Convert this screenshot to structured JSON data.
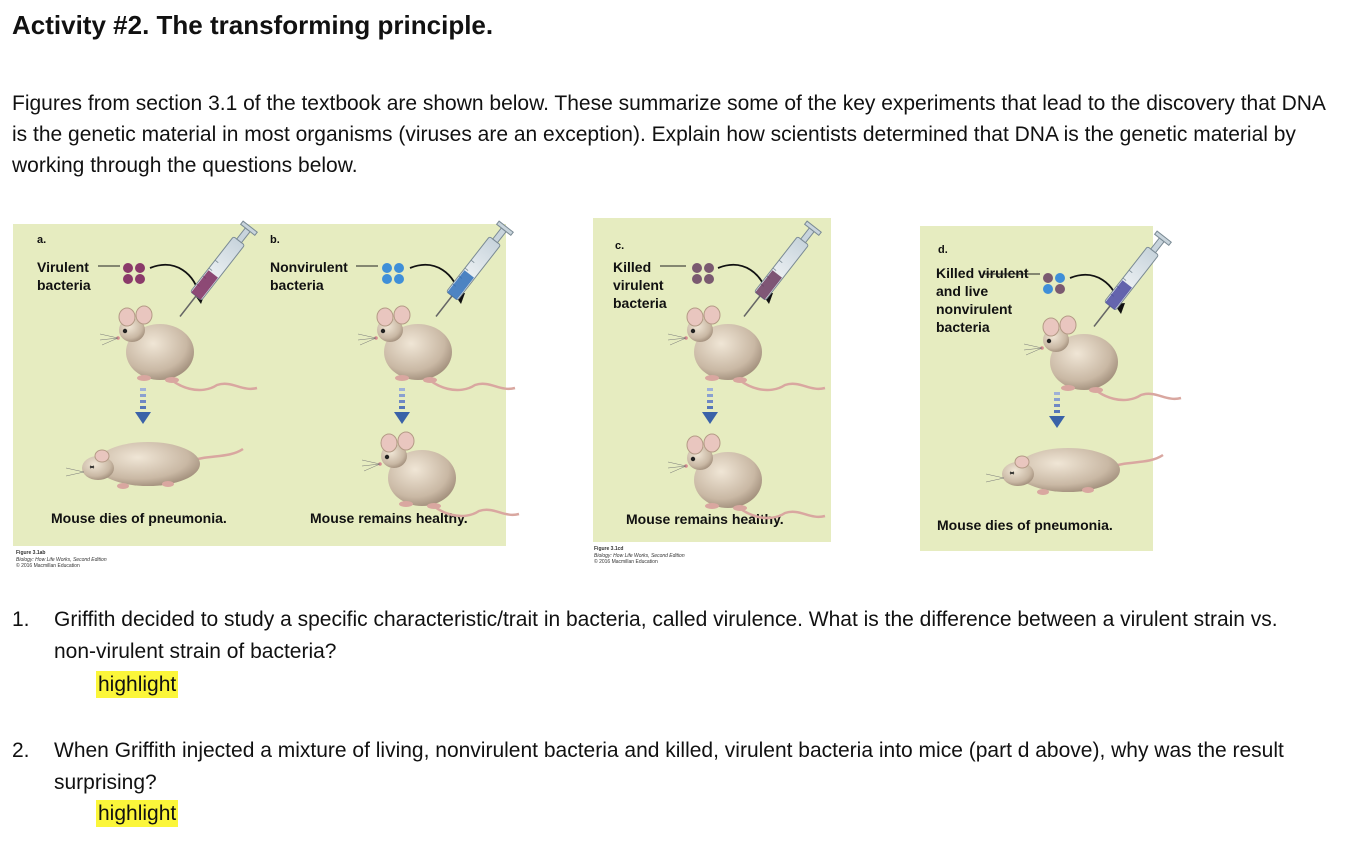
{
  "title": "Activity #2. The transforming principle.",
  "intro": "Figures from section 3.1 of the textbook are shown below. These summarize some of the key experiments that lead to the discovery that DNA is the genetic material in most organisms (viruses are an exception). Explain how scientists determined that DNA is the genetic material by working through the questions below.",
  "figure1": {
    "panels": [
      {
        "label": "a.",
        "bacteria": "Virulent bacteria",
        "result": "Mouse dies of pneumonia."
      },
      {
        "label": "b.",
        "bacteria": "Nonvirulent bacteria",
        "result": "Mouse remains healthy."
      }
    ],
    "credit": {
      "title": "Figure 3.1ab",
      "book": "Biology: How Life Works, Second Edition",
      "copyright": "© 2016 Macmillan Education"
    }
  },
  "figure2": {
    "panels": [
      {
        "label": "c.",
        "bacteria": "Killed virulent bacteria",
        "result": "Mouse remains healthy."
      },
      {
        "label": "d.",
        "bacteria": "Killed virulent and live nonvirulent bacteria",
        "result": "Mouse dies of pneumonia."
      }
    ],
    "credit": {
      "title": "Figure 3.1cd",
      "book": "Biology: How Life Works, Second Edition",
      "copyright": "© 2016 Macmillan Education"
    }
  },
  "questions": [
    {
      "number": "1.",
      "text": "Griffith decided to study a specific characteristic/trait in bacteria, called virulence.  What is the difference between a virulent strain vs. non-virulent strain of bacteria?",
      "answer": "highlight"
    },
    {
      "number": "2.",
      "text": "When Griffith injected a mixture of living, nonvirulent bacteria and killed, virulent bacteria into mice (part d above), why was the result surprising?",
      "answer": "highlight"
    }
  ],
  "colors": {
    "panel_bg": "#e6ecc0",
    "highlight": "#fbf63a",
    "virulent": "#8a3a6a",
    "nonvirulent": "#3f8fd8",
    "killed": "#7a5a70",
    "arrow": "#3a62a8"
  }
}
